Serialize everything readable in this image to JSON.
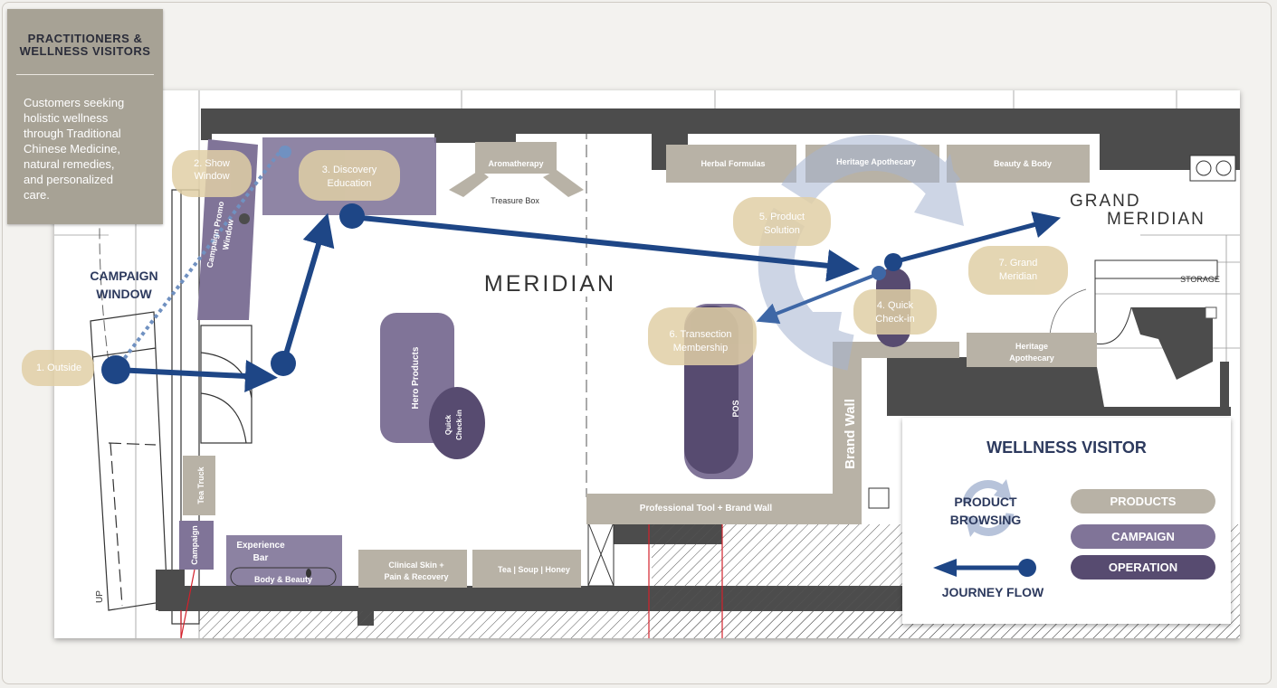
{
  "info": {
    "title_line1": "PRACTITIONERS &",
    "title_line2": "WELLNESS VISITORS",
    "description_lines": [
      "Customers seeking",
      "holistic wellness",
      "through Traditional",
      "Chinese Medicine,",
      "natural remedies,",
      "and personalized",
      "care."
    ]
  },
  "colors": {
    "products": "#b8b2a6",
    "campaign": "#807498",
    "operation": "#574b70",
    "journey": "#1e4686",
    "steps": "#e0cfa6",
    "walls": "#4c4c4c"
  },
  "plan": {
    "campaign_window_line1": "CAMPAIGN",
    "campaign_window_line2": "WINDOW",
    "meridian_logo": "MERIDIAN",
    "grand_logo_line1": "GRAND",
    "grand_logo_line2": "MERIDIAN",
    "storage": "STORAGE",
    "up": "UP",
    "zones": {
      "aromatherapy": "Aromatherapy",
      "treasure_box": "Treasure Box",
      "herbal_formulas": "Herbal Formulas",
      "heritage_apothecary_top": "Heritage Apothecary",
      "beauty_body": "Beauty & Body",
      "campaign_promo_line1": "Campaign Promo",
      "campaign_promo_line2": "Window",
      "hero_products": "Hero Products",
      "quick_checkin_line1": "Quick",
      "quick_checkin_line2": "Check-in",
      "pos": "POS",
      "brand_wall": "Brand Wall",
      "professional_tool": "Professional Tool + Brand Wall",
      "heritage_right_line1": "Heritage",
      "heritage_right_line2": "Apothecary",
      "tea_truck": "Tea Truck",
      "campaign_small": "Campaign",
      "experience_line1": "Experience",
      "experience_line2": "Bar",
      "body_beauty": "Body & Beauty",
      "clinical_line1": "Clinical Skin +",
      "clinical_line2": "Pain & Recovery",
      "tea_soup_honey": "Tea | Soup | Honey"
    },
    "steps": {
      "s1": "1. Outside",
      "s2_line1": "2. Show",
      "s2_line2": "Window",
      "s3_line1": "3. Discovery",
      "s3_line2": "Education",
      "s4_line1": "4. Quick",
      "s4_line2": "Check-in",
      "s5_line1": "5. Product",
      "s5_line2": "Solution",
      "s6_line1": "6. Transection",
      "s6_line2": "Membership",
      "s7_line1": "7. Grand",
      "s7_line2": "Meridian"
    }
  },
  "legend": {
    "title": "WELLNESS VISITOR",
    "product_browsing_line1": "PRODUCT",
    "product_browsing_line2": "BROWSING",
    "journey_flow": "JOURNEY FLOW",
    "products": "PRODUCTS",
    "campaign": "CAMPAIGN",
    "operation": "OPERATION"
  }
}
